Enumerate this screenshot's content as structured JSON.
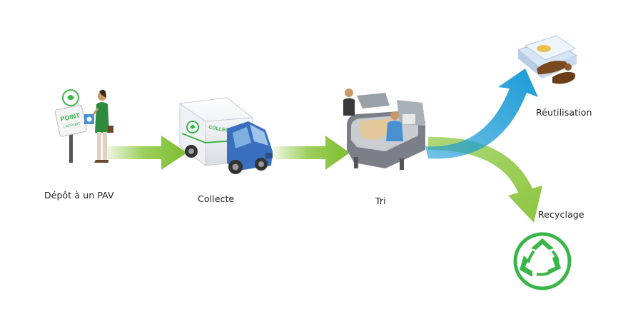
{
  "flow": {
    "step_depot": "Dépôt à un PAV",
    "step_collecte": "Collecte",
    "step_tri": "Tri",
    "out_reutilisation": "Réutilisation",
    "out_recyclage": "Recyclage"
  },
  "signage": {
    "point_line1": "POINT",
    "point_line2": "L'APPORT",
    "truck_text": "COLLECTE"
  },
  "colors": {
    "green": "#8cc63f",
    "blue": "#1a9ad6",
    "truck_blue": "#3a6fc0",
    "recycle_green": "#3ab54a",
    "text": "#222222"
  }
}
